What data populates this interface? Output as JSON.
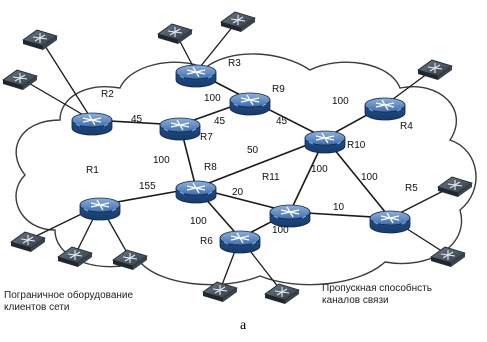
{
  "routers": [
    {
      "id": "R1",
      "label": "R1"
    },
    {
      "id": "R2",
      "label": "R2"
    },
    {
      "id": "R3",
      "label": "R3"
    },
    {
      "id": "R4",
      "label": "R4"
    },
    {
      "id": "R5",
      "label": "R5"
    },
    {
      "id": "R6",
      "label": "R6"
    },
    {
      "id": "R7",
      "label": "R7"
    },
    {
      "id": "R8",
      "label": "R8"
    },
    {
      "id": "R9",
      "label": "R9"
    },
    {
      "id": "R10",
      "label": "R10"
    },
    {
      "id": "R11",
      "label": "R11"
    }
  ],
  "links": [
    {
      "from": "R2",
      "to": "R7",
      "capacity": "45"
    },
    {
      "from": "R7",
      "to": "R8",
      "capacity": "100"
    },
    {
      "from": "R7",
      "to": "R9",
      "capacity": "45"
    },
    {
      "from": "R3",
      "to": "R9",
      "capacity": "100"
    },
    {
      "from": "R9",
      "to": "R10",
      "capacity": "45"
    },
    {
      "from": "R10",
      "to": "R4",
      "capacity": "100"
    },
    {
      "from": "R8",
      "to": "R10",
      "capacity": "50"
    },
    {
      "from": "R1",
      "to": "R8",
      "capacity": "155"
    },
    {
      "from": "R8",
      "to": "R11",
      "capacity": "20"
    },
    {
      "from": "R11",
      "to": "R10",
      "capacity": "100"
    },
    {
      "from": "R10",
      "to": "R5",
      "capacity": "100"
    },
    {
      "from": "R11",
      "to": "R5",
      "capacity": "10"
    },
    {
      "from": "R8",
      "to": "R6",
      "capacity": "100"
    },
    {
      "from": "R11",
      "to": "R6",
      "capacity": "100"
    }
  ],
  "captions": {
    "edge_equipment_line1": "Пограничное оборудование",
    "edge_equipment_line2": "клиентов сети",
    "link_capacity_line1": "Пропускная способнсть",
    "link_capacity_line2": "каналов связи",
    "figure_label": "а"
  }
}
